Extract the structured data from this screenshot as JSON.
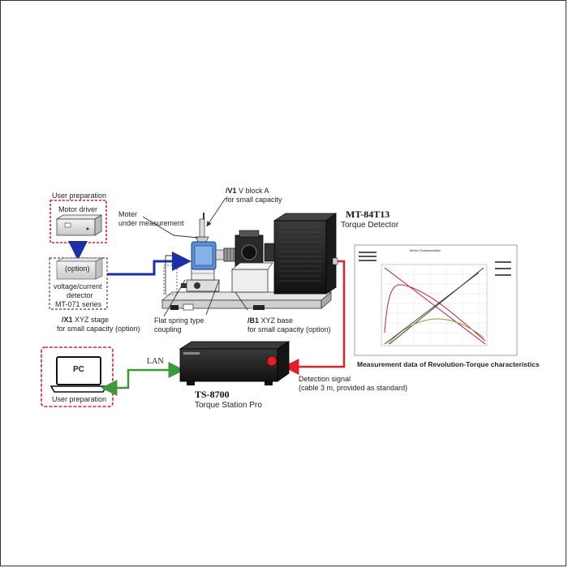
{
  "labels": {
    "user_prep_top": "User preparation",
    "motor_driver": "Motor  driver",
    "option": "(option)",
    "detector_line1": "voltage/current",
    "detector_line2": "detector",
    "detector_line3": "MT-071 series",
    "motor_line1": "Moter",
    "motor_line2": "under measurement",
    "v1_code": "/V1",
    "v1_line1": "V block A",
    "v1_line2": "for small capacity",
    "x1_code": "/X1",
    "x1_line1": "XYZ stage",
    "x1_line2": "for small capacity (option)",
    "coupling_line1": "Flat spring type",
    "coupling_line2": "coupling",
    "b1_code": "/B1",
    "b1_line1": "XYZ base",
    "b1_line2": "for small capacity (option)",
    "mt_model": "MT-84T13",
    "mt_name": "Torque Detector",
    "pc": "PC",
    "user_prep_bottom": "User preparation",
    "lan": "LAN",
    "ts_model": "TS-8700",
    "ts_name": "Torque Station Pro",
    "detection_line1": "Detection signal",
    "detection_line2": "(cable 3 m, provided as standard)",
    "chart_caption": "Measurement data of Revolution-Torque characteristics",
    "chart_title": "Motor Characteristics"
  },
  "colors": {
    "dashed_red": "#e0202a",
    "dashed_gray": "#666666",
    "arrow_blue": "#1a2fa8",
    "arrow_green": "#3a9a3a",
    "cable_red": "#e0202a",
    "motor_blue": "#5b8fd6"
  }
}
